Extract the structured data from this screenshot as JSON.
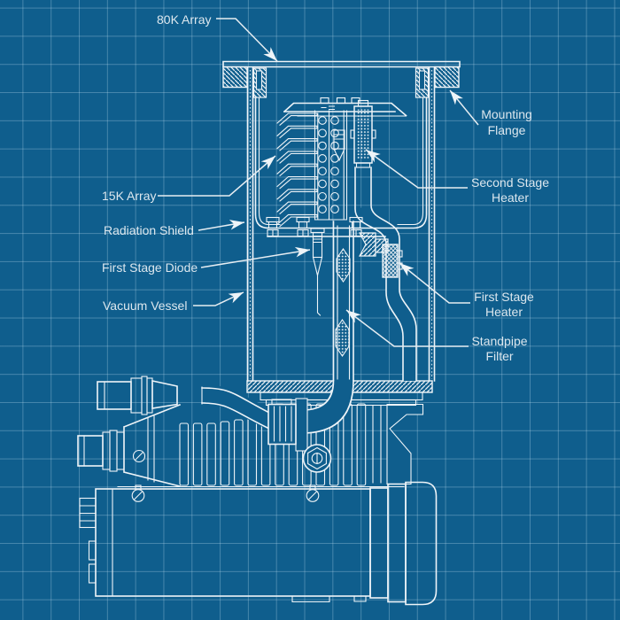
{
  "diagram": {
    "subject": "cryopump-cross-section-blueprint",
    "colors": {
      "background": "#0f5e8d",
      "grid_line": "#9ecde8",
      "drawing_line": "#eef4f8",
      "label_text": "#dce7ee"
    }
  },
  "labels": {
    "array_80k": {
      "text": "80K Array"
    },
    "mounting_flange": {
      "line1": "Mounting",
      "line2": "Flange"
    },
    "array_15k": {
      "text": "15K Array"
    },
    "radiation_shield": {
      "text": "Radiation Shield"
    },
    "first_stage_diode": {
      "text": "First Stage Diode"
    },
    "vacuum_vessel": {
      "text": "Vacuum Vessel"
    },
    "second_stage_heater": {
      "line1": "Second Stage",
      "line2": "Heater"
    },
    "first_stage_heater": {
      "line1": "First Stage",
      "line2": "Heater"
    },
    "standpipe_filter": {
      "line1": "Standpipe",
      "line2": "Filter"
    }
  }
}
